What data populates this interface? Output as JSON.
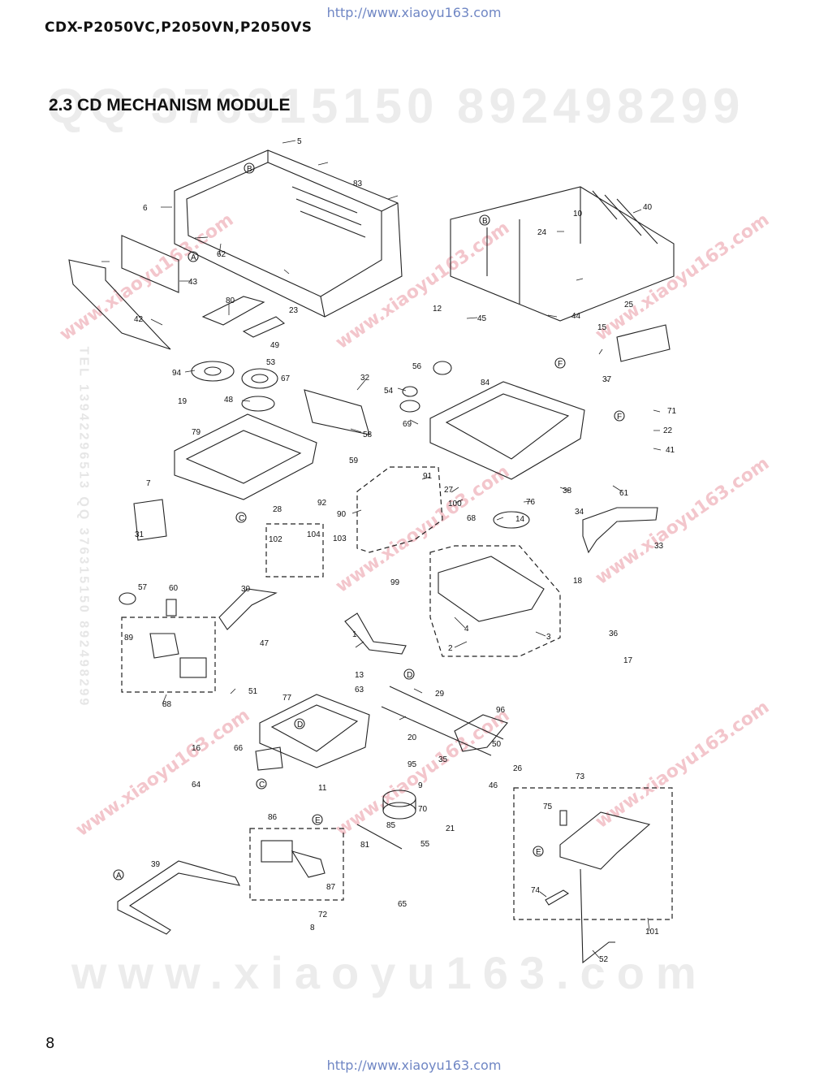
{
  "header": {
    "url_top": "http://www.xiaoyu163.com",
    "model": "CDX-P2050VC,P2050VN,P2050VS"
  },
  "section_title": "2.3 CD MECHANISM MODULE",
  "watermarks": {
    "qq": "QQ 376315150   892498299",
    "site": "www.xiaoyu163.com",
    "tel": "TEL 13942296513   QQ 376315150   892498299"
  },
  "footer": {
    "page_number": "8",
    "url_bottom": "http://www.xiaoyu163.com"
  },
  "callouts": [
    "1",
    "2",
    "3",
    "4",
    "5",
    "6",
    "7",
    "8",
    "9",
    "10",
    "11",
    "12",
    "13",
    "14",
    "15",
    "16",
    "17",
    "18",
    "19",
    "20",
    "21",
    "22",
    "23",
    "24",
    "25",
    "26",
    "27",
    "28",
    "29",
    "30",
    "31",
    "32",
    "33",
    "34",
    "35",
    "36",
    "37",
    "38",
    "39",
    "40",
    "41",
    "42",
    "43",
    "44",
    "45",
    "46",
    "47",
    "48",
    "49",
    "50",
    "51",
    "52",
    "53",
    "54",
    "55",
    "56",
    "57",
    "58",
    "59",
    "60",
    "61",
    "62",
    "63",
    "64",
    "65",
    "66",
    "67",
    "68",
    "69",
    "70",
    "71",
    "72",
    "73",
    "74",
    "75",
    "76",
    "77",
    "79",
    "80",
    "81",
    "83",
    "84",
    "85",
    "86",
    "87",
    "88",
    "89",
    "90",
    "91",
    "92",
    "94",
    "95",
    "96",
    "99",
    "100",
    "101",
    "102",
    "103",
    "104"
  ],
  "reference_marks": [
    "A",
    "B",
    "C",
    "D",
    "E",
    "F"
  ]
}
